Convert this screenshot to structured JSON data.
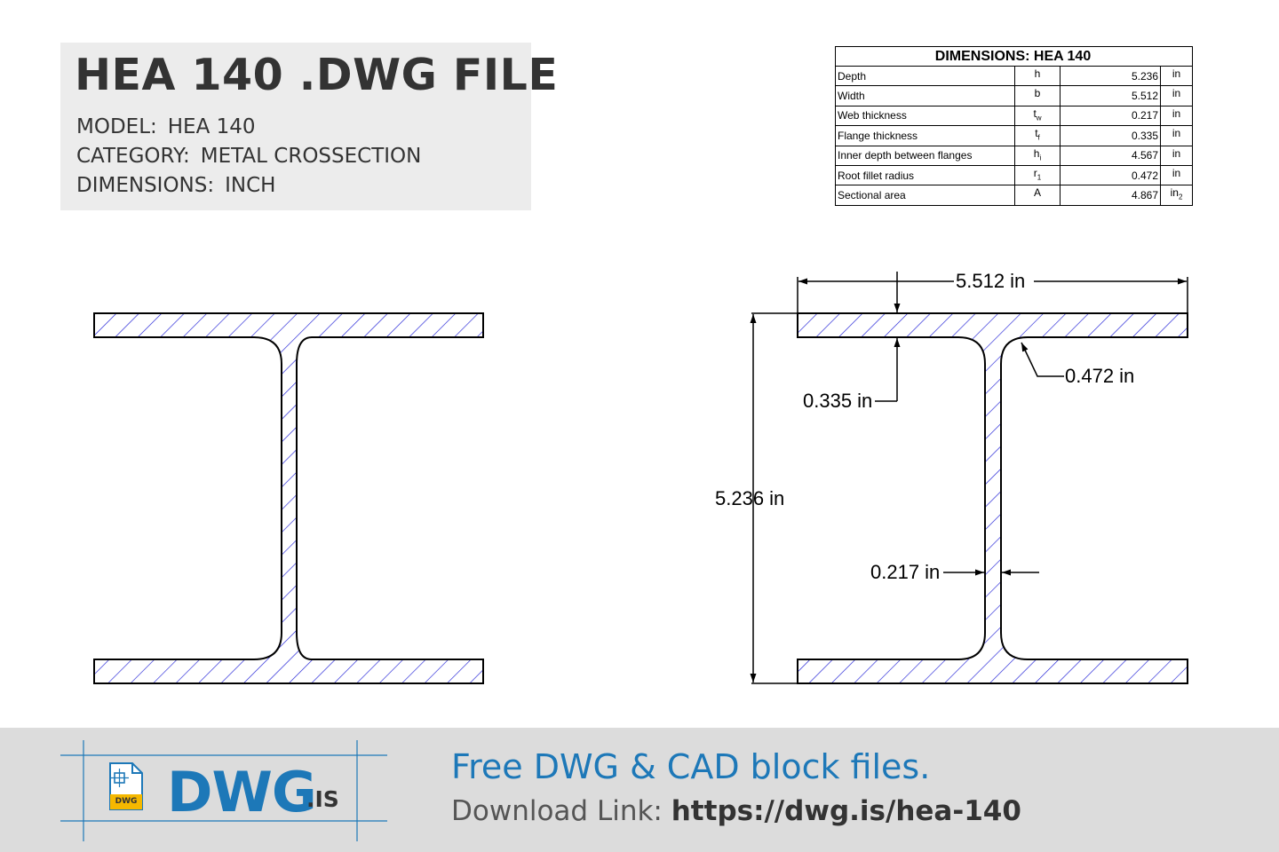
{
  "header": {
    "title": "HEA 140 .DWG FILE",
    "model_label": "MODEL:",
    "model_value": "HEA 140",
    "category_label": "CATEGORY:",
    "category_value": "METAL CROSSECTION",
    "dimensions_label": "DIMENSIONS:",
    "dimensions_value": "INCH"
  },
  "table": {
    "title": "DIMENSIONS: HEA 140",
    "rows": [
      {
        "name": "Depth",
        "symbol": "h",
        "sub": "",
        "value": "5.236",
        "unit": "in",
        "unit_sup": ""
      },
      {
        "name": "Width",
        "symbol": "b",
        "sub": "",
        "value": "5.512",
        "unit": "in",
        "unit_sup": ""
      },
      {
        "name": "Web thickness",
        "symbol": "t",
        "sub": "w",
        "value": "0.217",
        "unit": "in",
        "unit_sup": ""
      },
      {
        "name": "Flange thickness",
        "symbol": "t",
        "sub": "f",
        "value": "0.335",
        "unit": "in",
        "unit_sup": ""
      },
      {
        "name": "Inner depth between flanges",
        "symbol": "h",
        "sub": "i",
        "value": "4.567",
        "unit": "in",
        "unit_sup": ""
      },
      {
        "name": "Root fillet radius",
        "symbol": "r",
        "sub": "1",
        "value": "0.472",
        "unit": "in",
        "unit_sup": ""
      },
      {
        "name": "Sectional area",
        "symbol": "A",
        "sub": "",
        "value": "4.867",
        "unit": "in",
        "unit_sup": "2"
      }
    ]
  },
  "drawing": {
    "width_label": "5.512 in",
    "depth_label": "5.236 in",
    "flange_label": "0.335 in",
    "fillet_label": "0.472 in",
    "web_label": "0.217 in",
    "hatch_color": "#1f1fd6",
    "outline_color": "#000000"
  },
  "footer": {
    "logo_main": "DWG",
    "logo_suffix": ".IS",
    "logo_icon_label": "DWG",
    "tagline": "Free DWG & CAD block files.",
    "download_label": "Download Link:",
    "download_url": "https://dwg.is/hea-140"
  },
  "colors": {
    "brand_blue": "#1d78b8",
    "icon_yellow": "#f5b800"
  }
}
